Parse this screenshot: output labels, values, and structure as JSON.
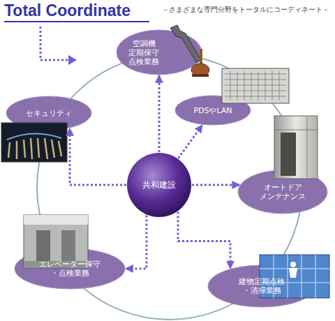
{
  "diagram": {
    "title": "Total Coordinate",
    "nodes": [
      {
        "text": [
          "空調機 定期保守 点検業務"
        ]
      },
      {
        "text": [
          "セキュリティ"
        ]
      },
      {
        "text": [
          "PDSやLAN"
        ]
      },
      {
        "text": [
          "共和建設"
        ]
      },
      {
        "text": [
          "オートドア メンテナンス"
        ]
      },
      {
        "text": [
          "エレベーター保守 ・点検業務"
        ]
      },
      {
        "text": [
          "建物定期点検 ・清掃業務"
        ]
      }
    ],
    "edges": [
      {
        "from": 3,
        "to": 0,
        "arrow": "to"
      },
      {
        "from": 3,
        "to": 1,
        "arrow": "to"
      },
      {
        "from": 3,
        "to": 2,
        "arrow": "to"
      },
      {
        "from": 3,
        "to": 4,
        "arrow": "to"
      },
      {
        "from": 3,
        "to": 5,
        "arrow": "to"
      },
      {
        "from": 3,
        "to": 6,
        "arrow": "to"
      }
    ],
    "labels": [
      "－さまざまな専門分野をトータルにコーディネート－"
    ]
  }
}
